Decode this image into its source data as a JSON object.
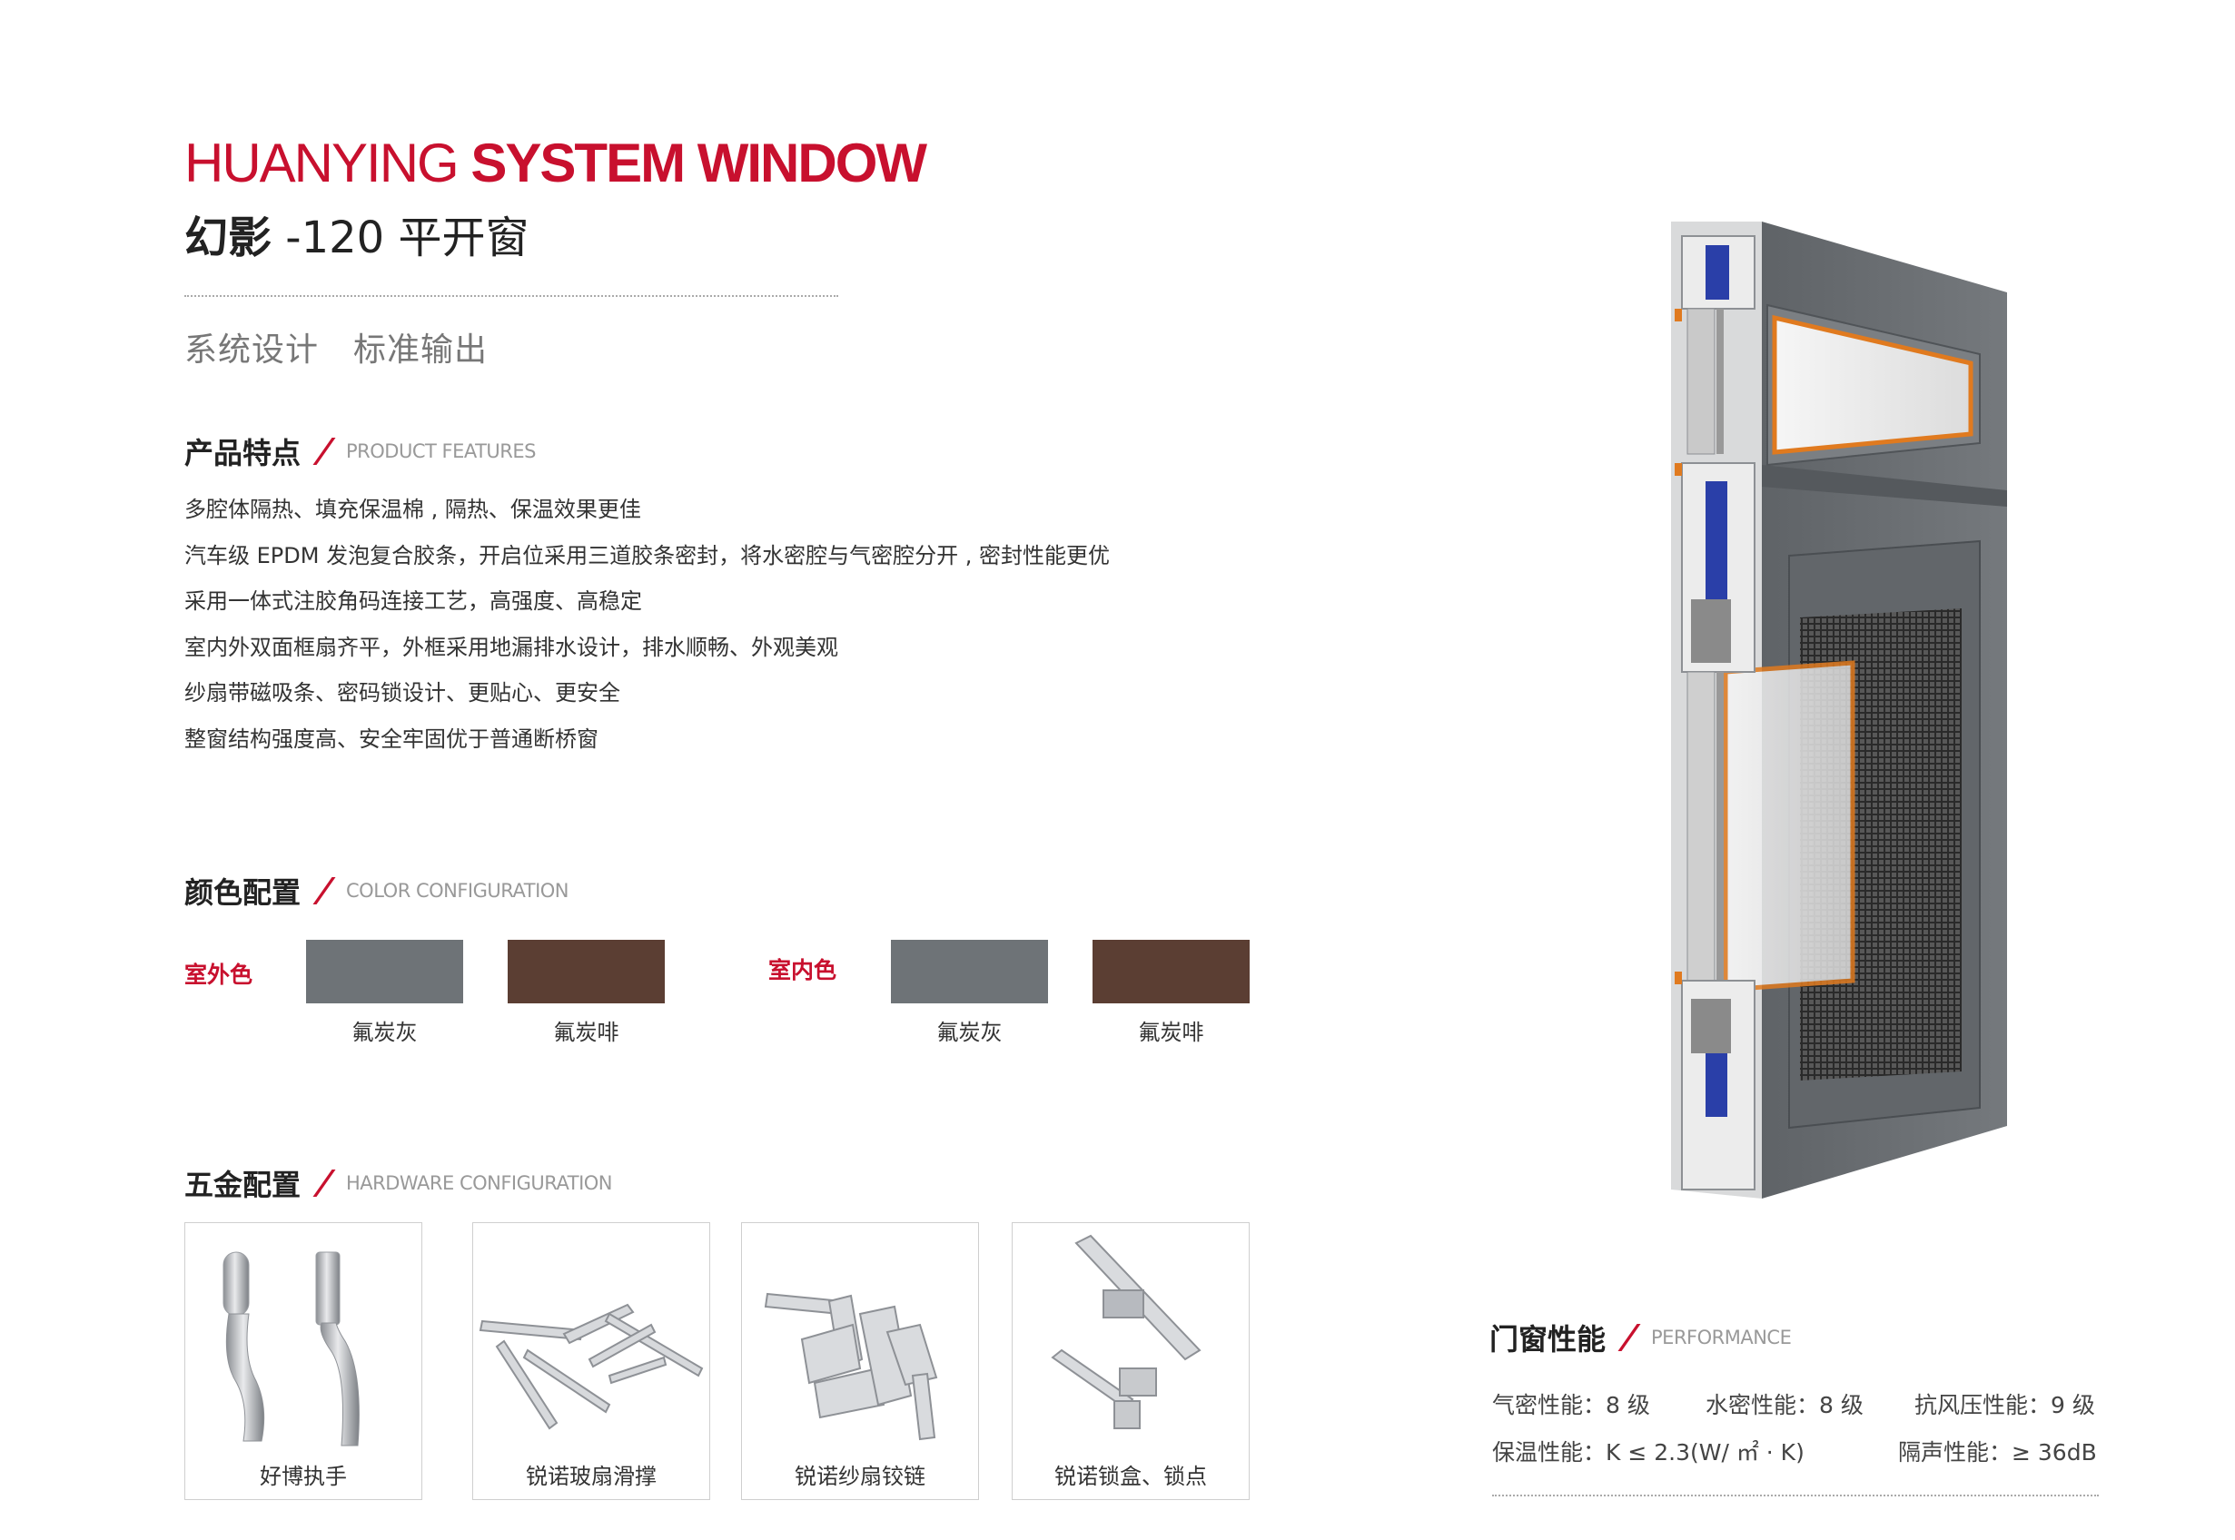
{
  "header": {
    "brand_light": "HUANYING",
    "brand_bold": "SYSTEM WINDOW",
    "title_bold": "幻影",
    "title_rest": "-120 平开窗",
    "slogan_1": "系统设计",
    "slogan_2": "标准输出"
  },
  "features": {
    "title_cn": "产品特点",
    "title_en": "PRODUCT FEATURES",
    "items": [
      "多腔体隔热、填充保温棉 , 隔热、保温效果更佳",
      "汽车级 EPDM 发泡复合胶条，开启位采用三道胶条密封，将水密腔与气密腔分开 , 密封性能更优",
      "采用一体式注胶角码连接工艺，高强度、高稳定",
      "室内外双面框扇齐平，外框采用地漏排水设计，排水顺畅、外观美观",
      "纱扇带磁吸条、密码锁设计、更贴心、更安全",
      "整窗结构强度高、安全牢固优于普通断桥窗"
    ]
  },
  "colors": {
    "title_cn": "颜色配置",
    "title_en": "COLOR CONFIGURATION",
    "exterior_label": "室外色",
    "interior_label": "室内色",
    "exterior": [
      {
        "name": "氟炭灰",
        "hex": "#6e7377"
      },
      {
        "name": "氟炭啡",
        "hex": "#5b3e33"
      }
    ],
    "interior": [
      {
        "name": "氟炭灰",
        "hex": "#6e7377"
      },
      {
        "name": "氟炭啡",
        "hex": "#5b3e33"
      }
    ]
  },
  "hardware": {
    "title_cn": "五金配置",
    "title_en": "HARDWARE CONFIGURATION",
    "items": [
      {
        "label": "好博执手",
        "icon": "window-handle-icon"
      },
      {
        "label": "锐诺玻扇滑撑",
        "icon": "friction-stay-icon"
      },
      {
        "label": "锐诺纱扇铰链",
        "icon": "hinge-icon"
      },
      {
        "label": "锐诺锁盒、锁点",
        "icon": "lock-box-icon"
      }
    ]
  },
  "performance": {
    "title_cn": "门窗性能",
    "title_en": "PERFORMANCE",
    "airtight": "气密性能：8 级",
    "watertight": "水密性能：8 级",
    "wind": "抗风压性能：9 级",
    "insulation": "保温性能：K ≤ 2.3(W/ ㎡ · K)",
    "sound": "隔声性能：≥ 36dB"
  },
  "colors_theme": {
    "accent": "#c8102e",
    "frame_gray": "#6e7377",
    "thermal_break": "#2a3fa8",
    "seal_orange": "#e07a1f"
  }
}
